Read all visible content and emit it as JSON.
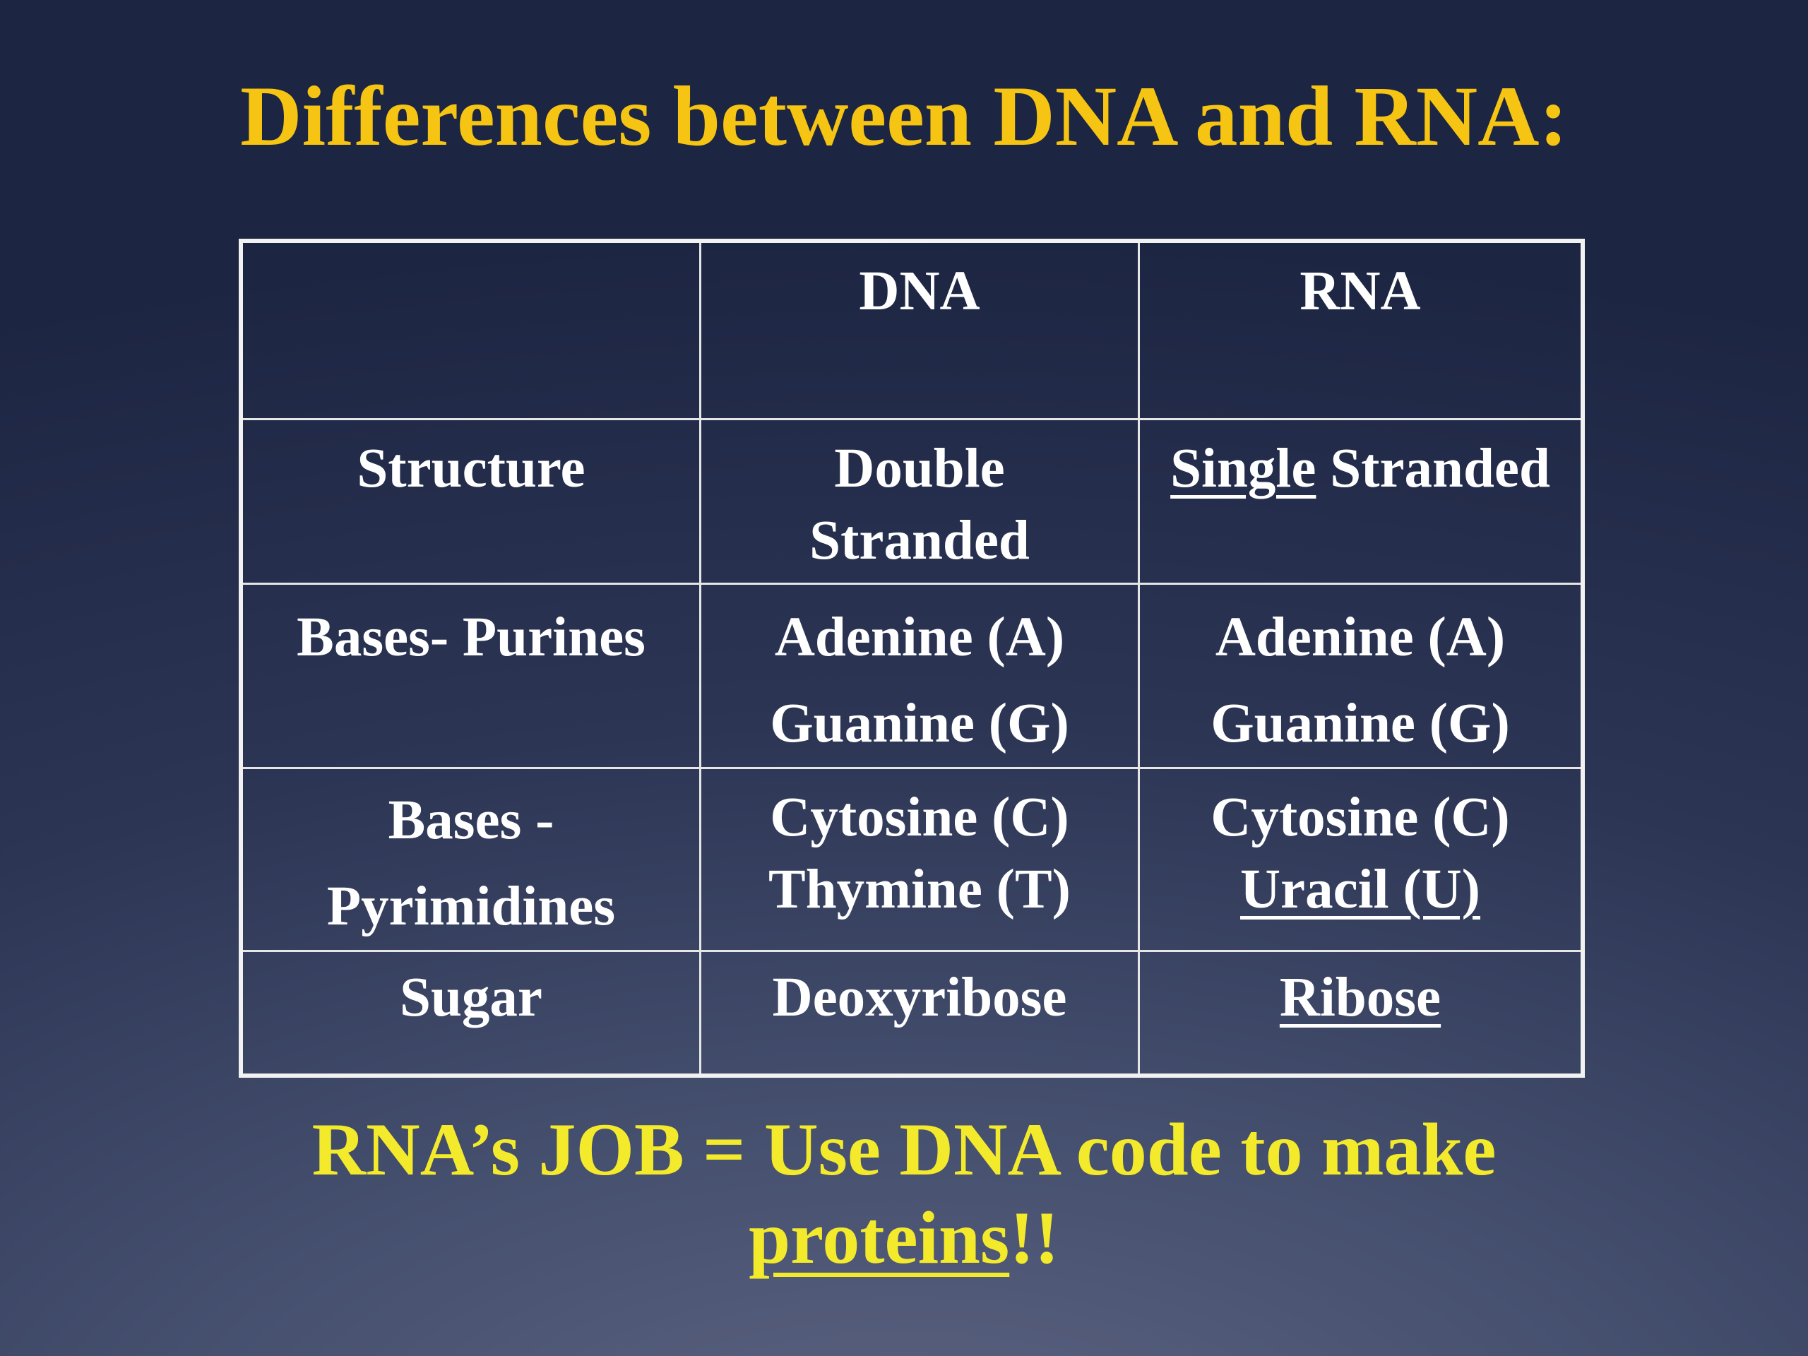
{
  "slide": {
    "title": "Differences between DNA and RNA:",
    "footer": {
      "line1": "RNA’s JOB = Use DNA code to make",
      "line2_underlined": "proteins",
      "line2_rest": "!!"
    },
    "colors": {
      "title": "#f6c412",
      "footer": "#f4ea2c",
      "table_text": "#ffffff",
      "background": "#2c3554"
    }
  },
  "table": {
    "headers": [
      "",
      "DNA",
      "RNA"
    ],
    "rows": [
      {
        "label": "Structure",
        "dna": [
          "Double",
          "Stranded"
        ],
        "rna_underlined": "Single",
        "rna_rest": " Stranded"
      },
      {
        "label": "Bases- Purines",
        "dna": [
          "Adenine (A)",
          "Guanine (G)"
        ],
        "rna": [
          "Adenine (A)",
          "Guanine (G)"
        ]
      },
      {
        "label": [
          "Bases -",
          "Pyrimidines"
        ],
        "dna": [
          "Cytosine (C)",
          "Thymine (T)"
        ],
        "rna": [
          "Cytosine (C)",
          "Uracil (U)"
        ],
        "rna_underlined_index": 1
      },
      {
        "label": "Sugar",
        "dna": "Deoxyribose",
        "rna": "Ribose",
        "rna_underlined": true
      }
    ]
  }
}
